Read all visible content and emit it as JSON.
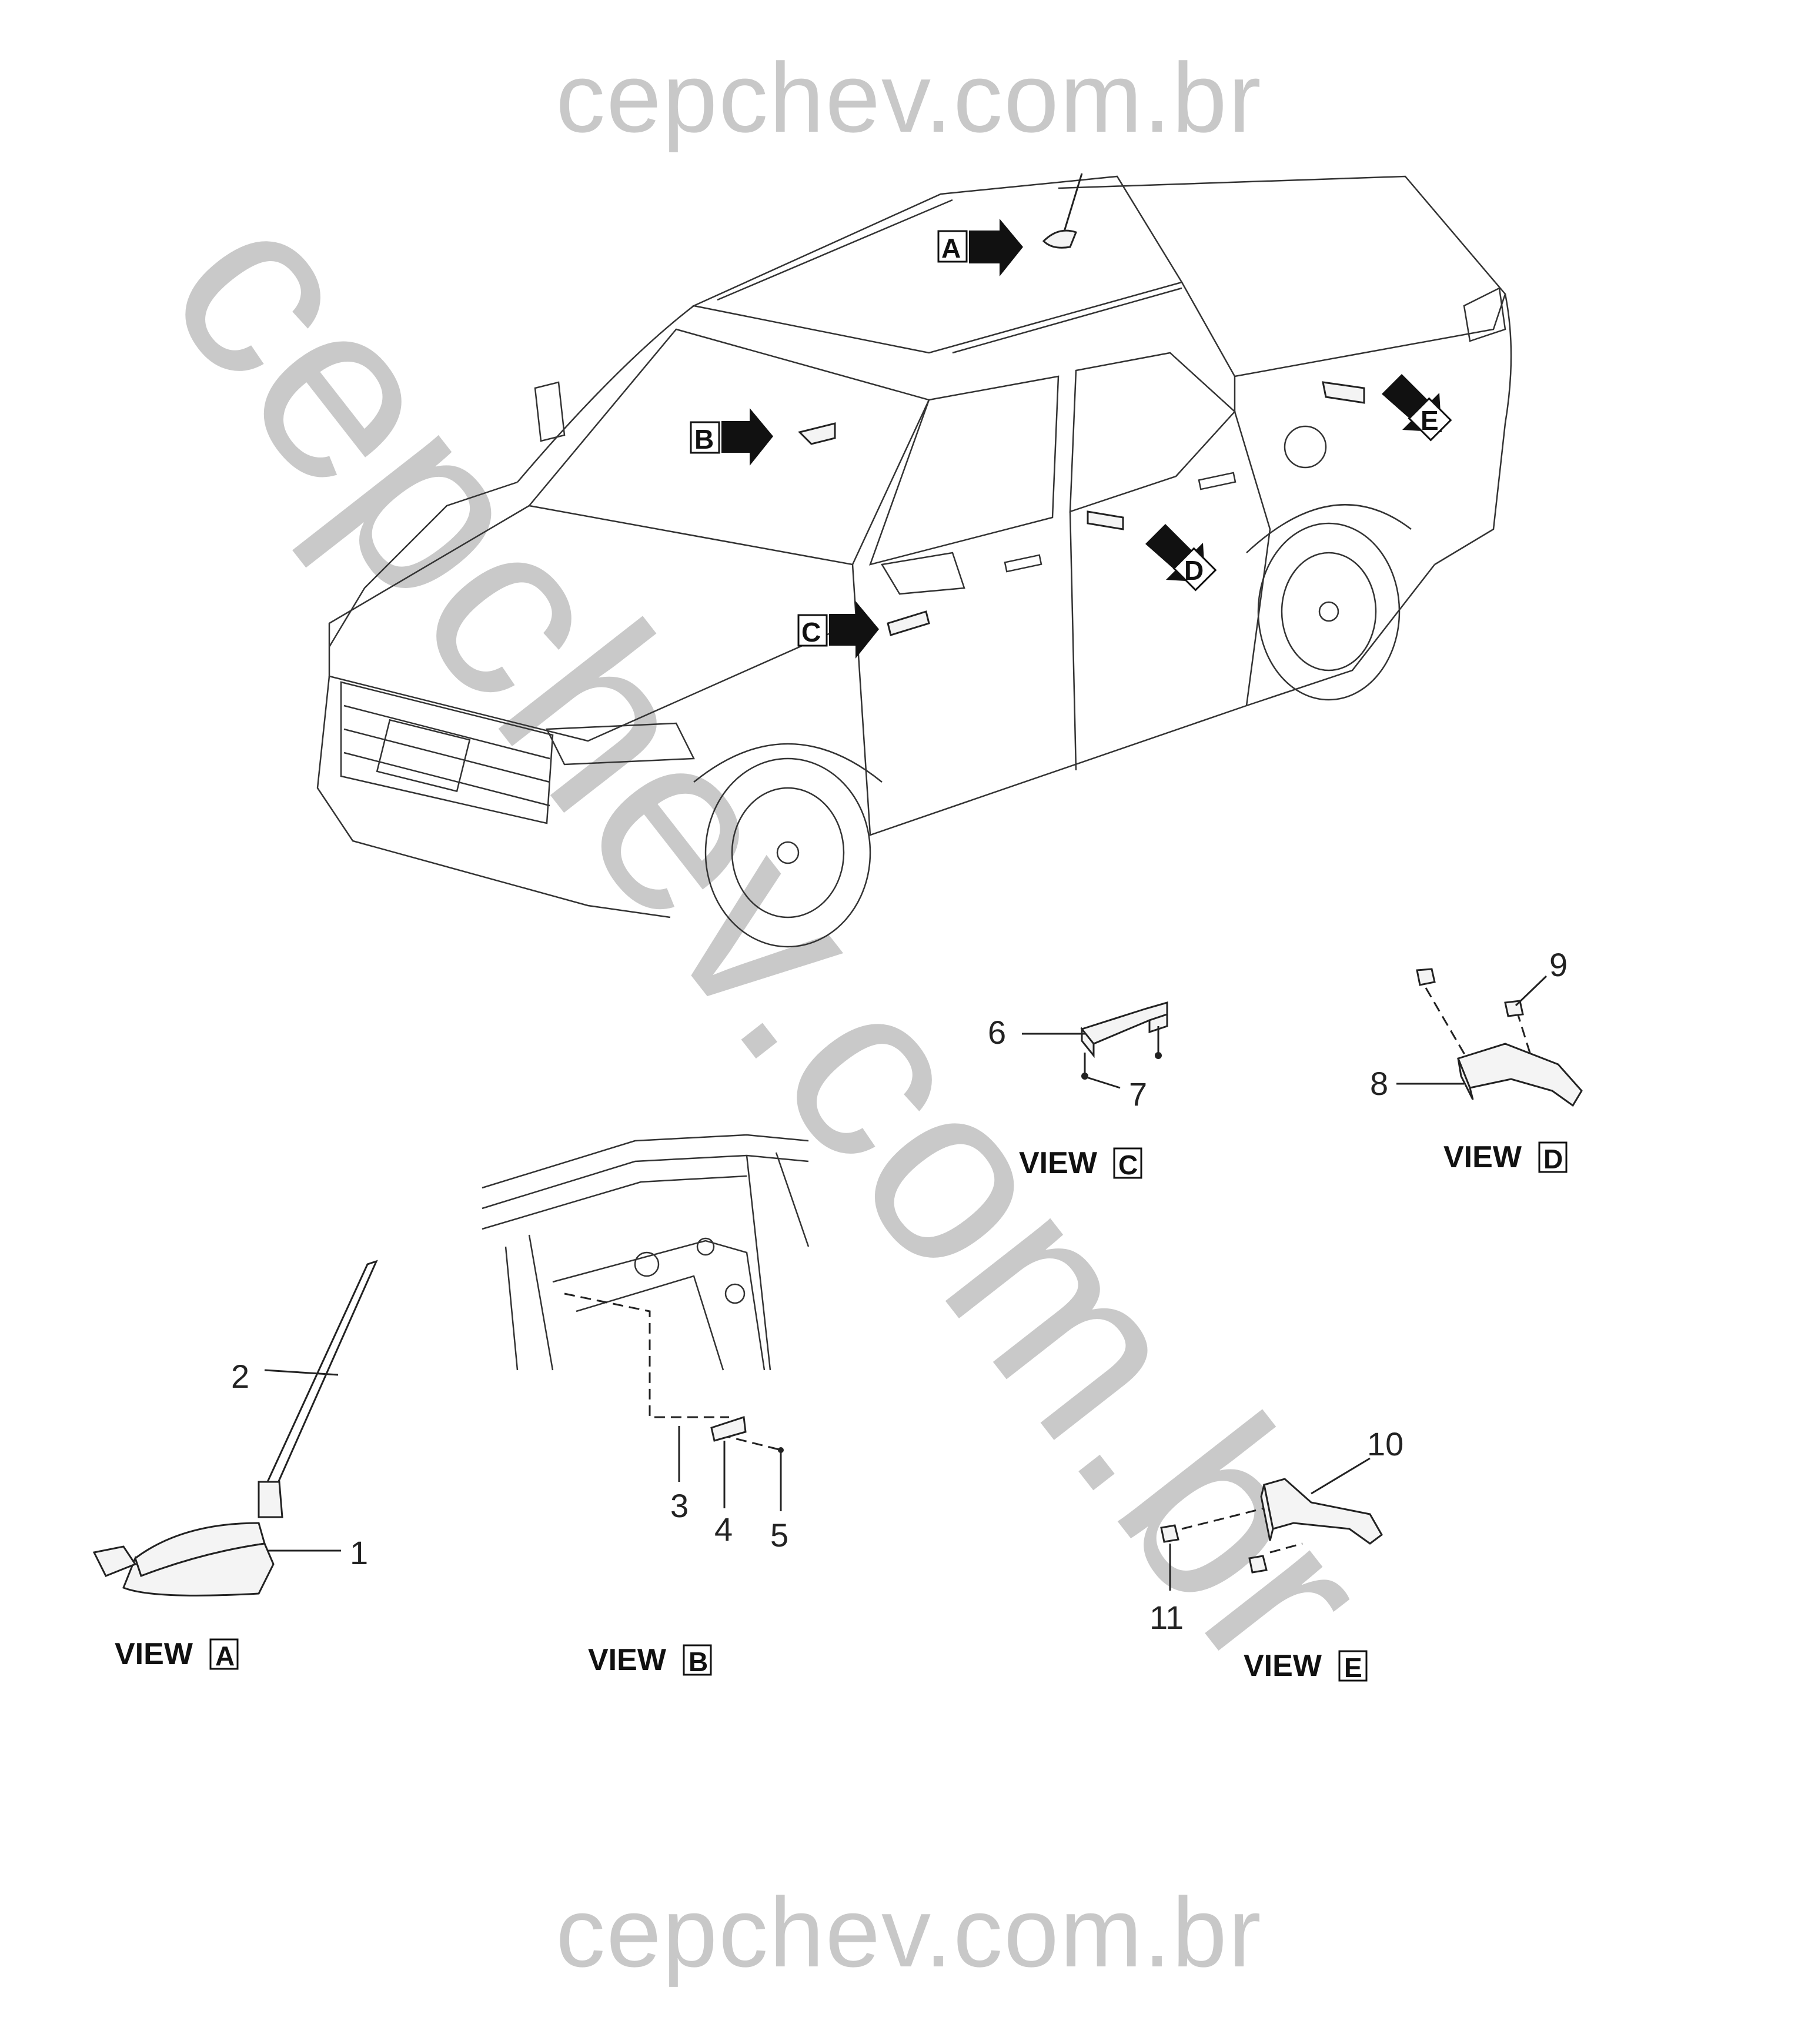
{
  "watermark": {
    "top": "cepchev.com.br",
    "bottom": "cepchev.com.br",
    "diagonal": "cepchev.com.br"
  },
  "vehicle_markers": [
    "A",
    "B",
    "C",
    "D",
    "E"
  ],
  "views": [
    {
      "label": "VIEW",
      "letter": "A",
      "callouts": [
        "1",
        "2"
      ]
    },
    {
      "label": "VIEW",
      "letter": "B",
      "callouts": [
        "3",
        "4",
        "5"
      ]
    },
    {
      "label": "VIEW",
      "letter": "C",
      "callouts": [
        "6",
        "7"
      ]
    },
    {
      "label": "VIEW",
      "letter": "D",
      "callouts": [
        "8",
        "9"
      ]
    },
    {
      "label": "VIEW",
      "letter": "E",
      "callouts": [
        "10",
        "11"
      ]
    }
  ]
}
